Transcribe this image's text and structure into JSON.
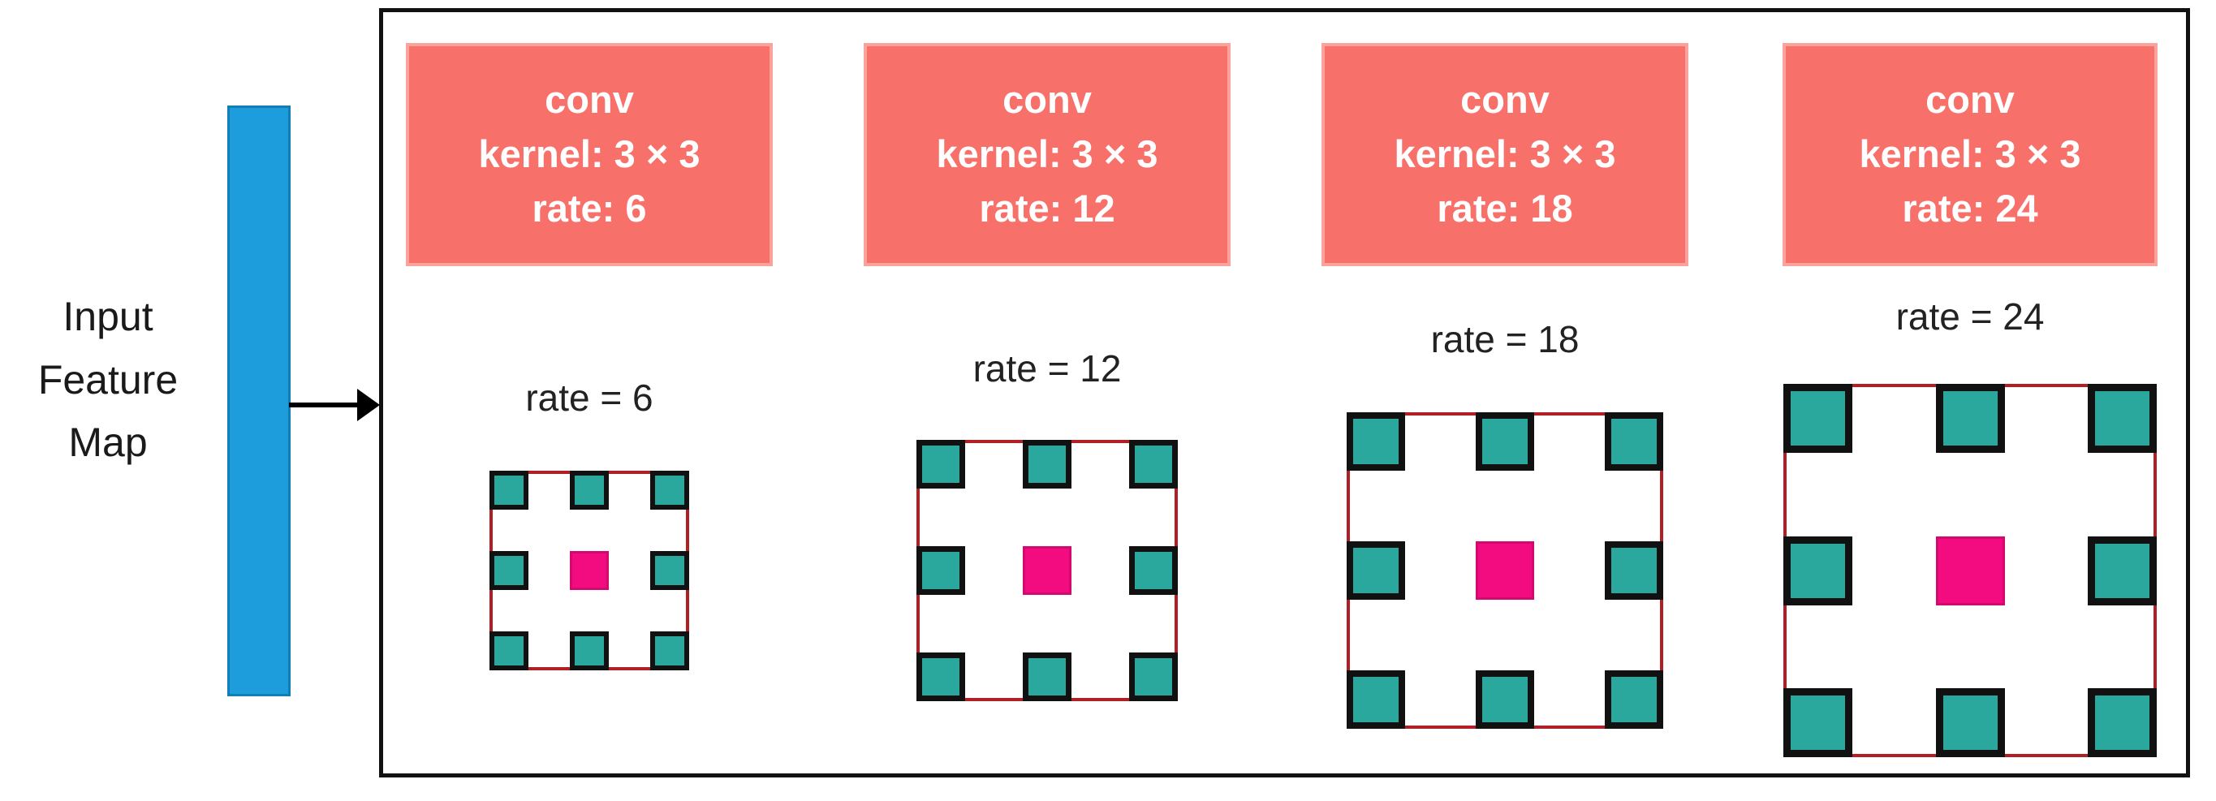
{
  "input_label": "Input Feature Map",
  "panels": [
    {
      "conv_lines": [
        "conv",
        "kernel: 3 × 3",
        "rate: 6"
      ],
      "rate_label": "rate = 6"
    },
    {
      "conv_lines": [
        "conv",
        "kernel: 3 × 3",
        "rate: 12"
      ],
      "rate_label": "rate = 12"
    },
    {
      "conv_lines": [
        "conv",
        "kernel: 3 × 3",
        "rate: 18"
      ],
      "rate_label": "rate = 18"
    },
    {
      "conv_lines": [
        "conv",
        "kernel: 3 × 3",
        "rate: 24"
      ],
      "rate_label": "rate = 24"
    }
  ],
  "colors": {
    "conv_box_fill": "#f8706a",
    "conv_box_border": "#fba29c",
    "kernel_outline": "#b01f24",
    "sample_square": "#2aa89d",
    "sample_square_border": "#111111",
    "center_square": "#f20c80",
    "feature_bar": "#1d9ddb"
  }
}
